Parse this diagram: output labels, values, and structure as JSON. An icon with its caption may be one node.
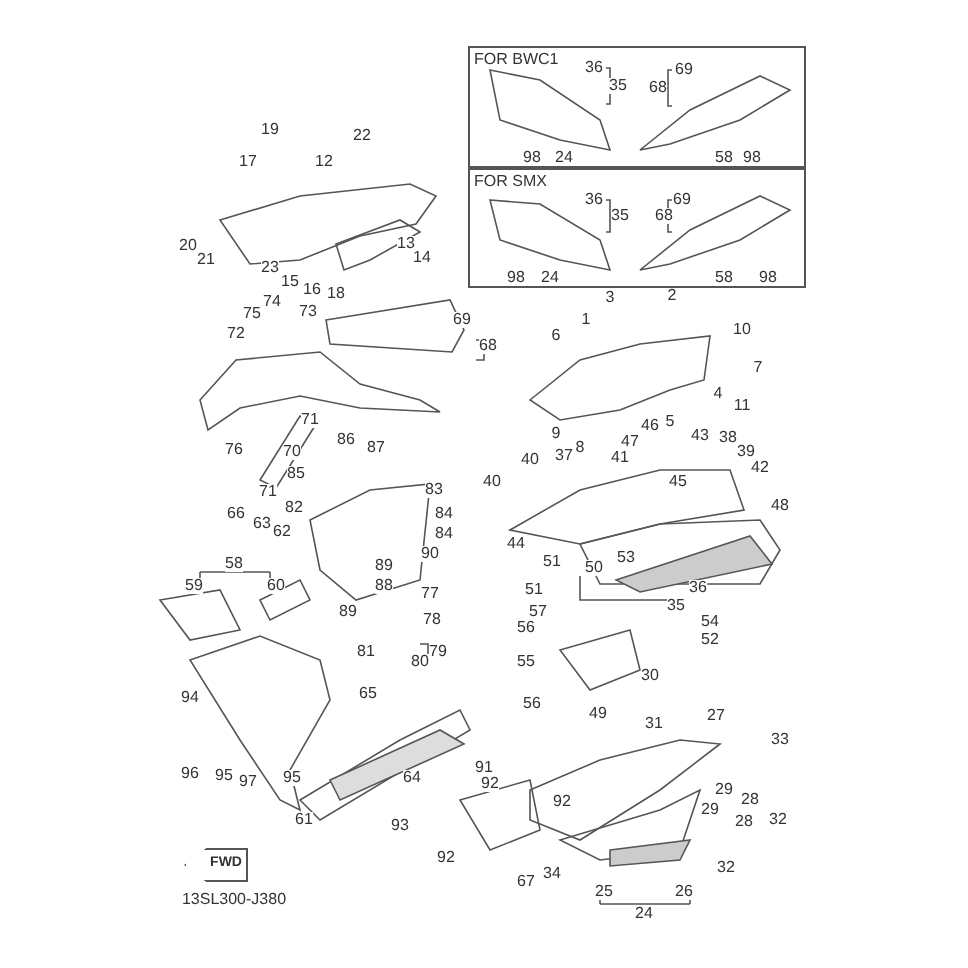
{
  "diagram": {
    "nodes": [
      {
        "text": [
          "FOR BWC1"
        ]
      },
      {
        "text": [
          "FOR SMX"
        ]
      },
      {
        "text": [
          "FWD"
        ]
      }
    ],
    "labels": [
      "36",
      "35",
      "68",
      "69",
      "19",
      "22",
      "17",
      "12",
      "98",
      "24",
      "58",
      "98",
      "36",
      "35",
      "68",
      "69",
      "20",
      "21",
      "13",
      "14",
      "23",
      "15",
      "16",
      "18",
      "98",
      "24",
      "58",
      "98",
      "3",
      "2",
      "75",
      "74",
      "73",
      "72",
      "69",
      "68",
      "6",
      "1",
      "10",
      "7",
      "4",
      "11",
      "71",
      "46",
      "5",
      "86",
      "9",
      "47",
      "43",
      "38",
      "76",
      "70",
      "87",
      "40",
      "37",
      "8",
      "41",
      "39",
      "85",
      "42",
      "71",
      "83",
      "40",
      "45",
      "66",
      "82",
      "84",
      "48",
      "63",
      "62",
      "84",
      "44",
      "58",
      "89",
      "90",
      "51",
      "50",
      "53",
      "59",
      "60",
      "88",
      "77",
      "51",
      "36",
      "89",
      "57",
      "35",
      "78",
      "56",
      "54",
      "52",
      "81",
      "80",
      "79",
      "55",
      "30",
      "94",
      "65",
      "56",
      "49",
      "31",
      "27",
      "33",
      "96",
      "95",
      "97",
      "95",
      "64",
      "91",
      "92",
      "92",
      "29",
      "28",
      "61",
      "93",
      "29",
      "28",
      "32",
      "92",
      "67",
      "34",
      "32",
      "13SL300-J380",
      "25",
      "26",
      "24"
    ]
  }
}
